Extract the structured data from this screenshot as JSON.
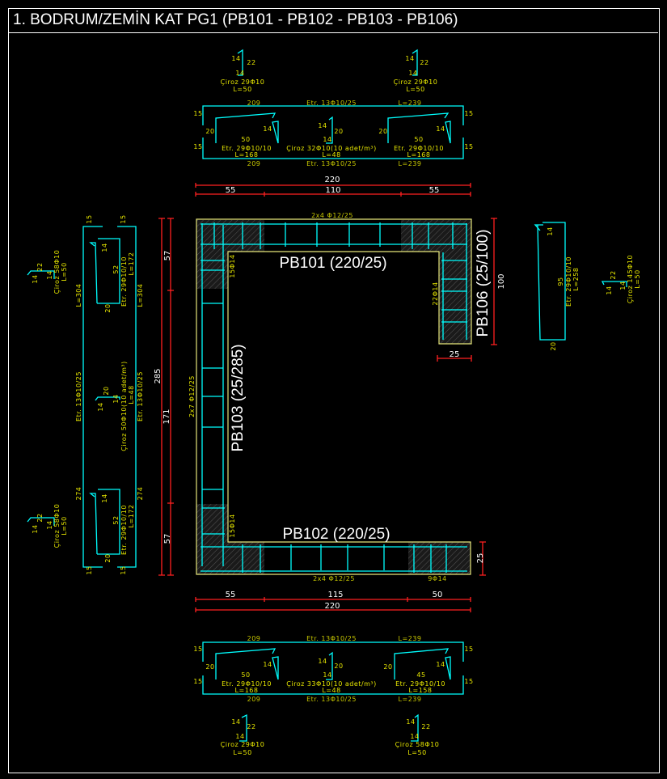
{
  "title": "1. BODRUM/ZEMİN KAT PG1 (PB101 - PB102 - PB103 - PB106)",
  "colors": {
    "rebar": "#00ffff",
    "dimension": "#ff2020",
    "text": "#e6e600",
    "outline": "#e6e67a"
  },
  "top": {
    "ciroz_left": {
      "a": "14",
      "b": "22",
      "c": "14",
      "label": "Çiroz 29Φ10",
      "len": "L=50"
    },
    "ciroz_right": {
      "a": "14",
      "b": "22",
      "c": "14",
      "label": "Çiroz 29Φ10",
      "len": "L=50"
    },
    "outer": {
      "top_a": "209",
      "top_b": "Etr. 13Φ10/25",
      "top_c": "L=239",
      "bot_a": "209",
      "bot_b": "Etr. 13Φ10/25",
      "bot_c": "L=239",
      "l1": "15",
      "l2": "15",
      "r1": "15",
      "r2": "15"
    },
    "inner_left": {
      "h": "20",
      "hook": "14",
      "w": "50",
      "label": "Etr. 29Φ10/10",
      "len": "L=168"
    },
    "mid": {
      "a": "14",
      "b": "20",
      "c": "14",
      "label": "Çiroz 32Φ10(10 adet/m³)",
      "len": "L=48"
    },
    "inner_right": {
      "h": "20",
      "hook": "14",
      "w": "50",
      "label": "Etr. 29Φ10/10",
      "len": "L=168"
    }
  },
  "dims_top": {
    "total": "220",
    "a": "55",
    "b": "110",
    "c": "55"
  },
  "plan": {
    "pb101": "PB101 (220/25)",
    "pb101_top": "2x4 Φ12/25",
    "pb101_side": "15Φ14",
    "pb106": "PB106 (25/100)",
    "pb106_bars": "22Φ14",
    "pb106_len": "100",
    "pb106_w": "25",
    "pb103": "PB103 (25/285)",
    "pb103_bars": "2x7 Φ12/25",
    "pb103_side": "15Φ14",
    "pb102": "PB102 (220/25)",
    "pb102_bot": "2x4 Φ12/25",
    "pb102_bars": "9Φ14",
    "pb102_h": "25"
  },
  "dims_left": {
    "total": "285",
    "a": "57",
    "b": "171",
    "c": "57"
  },
  "dims_bottom": {
    "a": "55",
    "b": "115",
    "c": "50",
    "total": "220"
  },
  "left": {
    "outer": {
      "t1": "15",
      "t2": "15",
      "b1": "15",
      "b2": "15",
      "la": "L=304",
      "lb": "Etr. 13Φ10/25",
      "lc": "274",
      "ra": "L=304",
      "rb": "Etr. 13Φ10/25",
      "rc": "274"
    },
    "inner_top": {
      "hook": "14",
      "w": "52",
      "label": "Etr. 29Φ10/10",
      "len": "L=172",
      "h": "20"
    },
    "inner_bot": {
      "hook": "14",
      "w": "52",
      "label": "Etr. 29Φ10/10",
      "len": "L=172",
      "h": "20"
    },
    "mid": {
      "a": "14",
      "b": "20",
      "c": "14",
      "label": "Çiroz 50Φ10(10 adet/m³)",
      "len": "L=48"
    },
    "ciroz_top": {
      "a": "14",
      "b": "22",
      "c": "14",
      "label": "Çiroz 58Φ10",
      "len": "L=50"
    },
    "ciroz_bot": {
      "a": "14",
      "b": "22",
      "c": "14",
      "label": "Çiroz 58Φ10",
      "len": "L=50"
    }
  },
  "right": {
    "stirrup": {
      "hook": "14",
      "w": "95",
      "label": "Etr. 29Φ10/10",
      "len": "L=258",
      "h": "20"
    },
    "ciroz": {
      "a": "14",
      "b": "22",
      "c": "14",
      "label": "Çiroz 145Φ10",
      "len": "L=50"
    }
  },
  "bottom": {
    "outer": {
      "top_a": "209",
      "top_b": "Etr. 13Φ10/25",
      "top_c": "L=239",
      "bot_a": "209",
      "bot_b": "Etr. 13Φ10/25",
      "bot_c": "L=239",
      "l1": "15",
      "l2": "15",
      "r1": "15",
      "r2": "15"
    },
    "inner_left": {
      "h": "20",
      "hook": "14",
      "w": "50",
      "label": "Etr. 29Φ10/10",
      "len": "L=168"
    },
    "mid": {
      "a": "14",
      "b": "20",
      "c": "14",
      "label": "Çiroz 33Φ10(10 adet/m³)",
      "len": "L=48"
    },
    "inner_right": {
      "h": "20",
      "hook": "14",
      "w": "45",
      "label": "Etr. 29Φ10/10",
      "len": "L=158"
    },
    "ciroz_left": {
      "a": "14",
      "b": "22",
      "c": "14",
      "label": "Çiroz 29Φ10",
      "len": "L=50"
    },
    "ciroz_right": {
      "a": "14",
      "b": "22",
      "c": "14",
      "label": "Çiroz 58Φ10",
      "len": "L=50"
    }
  }
}
